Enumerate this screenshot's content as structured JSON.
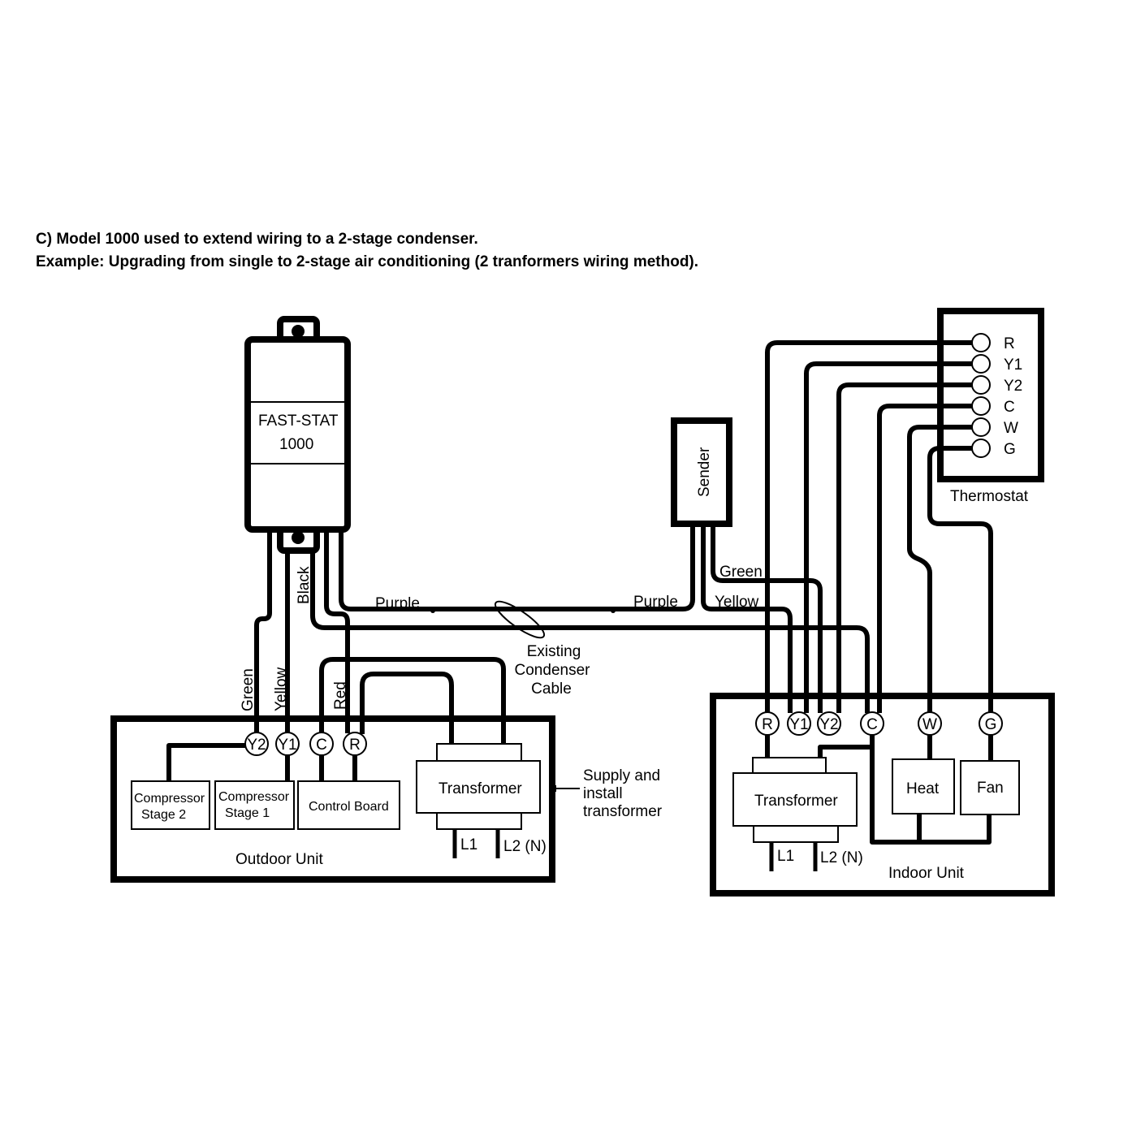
{
  "title": {
    "line1": "C) Model 1000 used to extend wiring to a 2-stage condenser.",
    "line2": "Example: Upgrading from single to 2-stage air conditioning (2 tranformers wiring method)."
  },
  "fast_stat": {
    "name": "FAST-STAT",
    "model": "1000"
  },
  "sender": {
    "label": "Sender"
  },
  "thermostat": {
    "label": "Thermostat",
    "terminals": [
      "R",
      "Y1",
      "Y2",
      "C",
      "W",
      "G"
    ]
  },
  "wires": {
    "green_left": "Green",
    "yellow_left": "Yellow",
    "red_left": "Red",
    "black": "Black",
    "purple_left": "Purple",
    "purple_right": "Purple",
    "green_right": "Green",
    "yellow_right": "Yellow"
  },
  "cable": {
    "line1": "Existing",
    "line2": "Condenser",
    "line3": "Cable"
  },
  "outdoor_unit": {
    "label": "Outdoor Unit",
    "terminals": [
      "Y2",
      "Y1",
      "C",
      "R"
    ],
    "comp2": {
      "line1": "Compressor",
      "line2": "Stage 2"
    },
    "comp1": {
      "line1": "Compressor",
      "line2": "Stage 1"
    },
    "control_board": "Control Board",
    "transformer": "Transformer",
    "l1": "L1",
    "l2": "L2 (N)",
    "note": {
      "line1": "Supply and",
      "line2": "install",
      "line3": "transformer"
    }
  },
  "indoor_unit": {
    "label": "Indoor Unit",
    "terminals": [
      "R",
      "Y1",
      "Y2",
      "C",
      "W",
      "G"
    ],
    "transformer": "Transformer",
    "heat": "Heat",
    "fan": "Fan",
    "l1": "L1",
    "l2": "L2 (N)"
  }
}
